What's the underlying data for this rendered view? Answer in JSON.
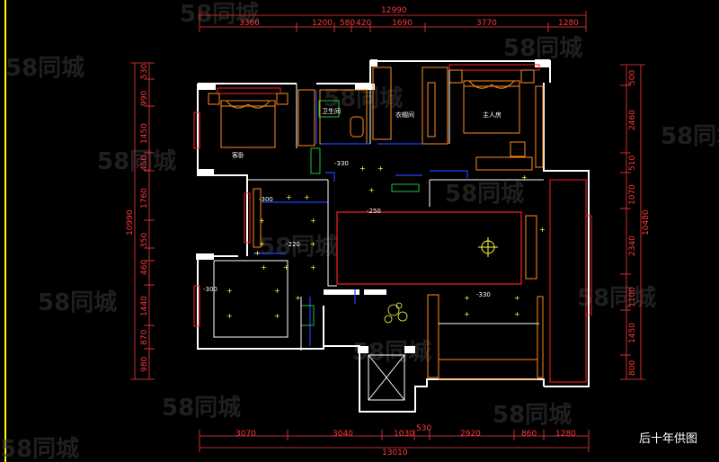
{
  "caption": "后十年供图",
  "watermark": "58同城",
  "dimensions": {
    "top_total": "12990",
    "top": [
      "3360",
      "1200",
      "580",
      "420",
      "1690",
      "3770",
      "1280"
    ],
    "bottom_total": "13010",
    "bottom": [
      "3070",
      "3040",
      "1030",
      "530",
      "2920",
      "860",
      "1280"
    ],
    "left_total": "10990",
    "left": [
      "530",
      "990",
      "1450",
      "450",
      "1760",
      "350",
      "460",
      "1440",
      "870",
      "980"
    ],
    "right_total": "10480",
    "right": [
      "500",
      "2460",
      "510",
      "1070",
      "2340",
      "1100",
      "1450",
      "800"
    ]
  },
  "rooms": {
    "bedroom_secondary": "客卧",
    "bathroom": "卫生间",
    "cloakroom": "衣帽间",
    "master_bedroom": "主人房"
  },
  "ceiling_heights": [
    "-330",
    "-300",
    "-250",
    "-220",
    "-300",
    "-330"
  ],
  "colors": {
    "dimension": "#ff3a3a",
    "wall": "#ffffff",
    "furniture": "#ff8c1a",
    "window": "#ff2020",
    "accent_green": "#20c040",
    "accent_blue": "#2040ff",
    "light": "#ffff40",
    "frame_yellow": "#ffff00"
  }
}
